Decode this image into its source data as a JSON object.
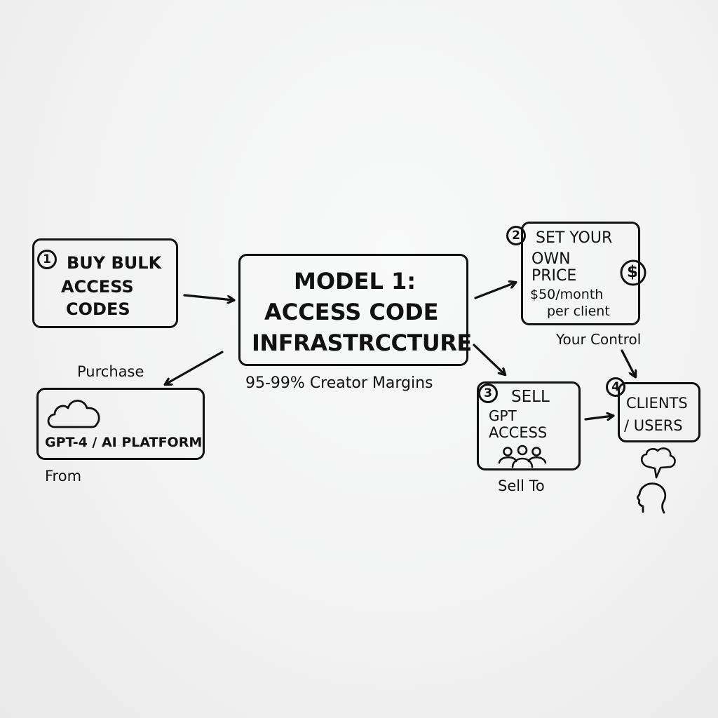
{
  "diagram": {
    "center": {
      "title_line1": "MODEL 1:",
      "title_line2": "ACCESS CODE",
      "title_line3": "INFRASTRCCTURE",
      "subtitle": "95-99% Creator Margins"
    },
    "step1": {
      "number": "1",
      "line1": "BUY BULK",
      "line2": "ACCESS",
      "line3": "CODES"
    },
    "platform": {
      "label": "GPT-4 / AI PLATFORM",
      "top_label": "Purchase",
      "bottom_label": "From",
      "icon": "cloud-icon"
    },
    "step2": {
      "number": "2",
      "line1": "SET YOUR",
      "line2": "OWN",
      "line3": "PRICE",
      "price": "$50/month",
      "price_unit": "per client",
      "icon": "dollar-icon",
      "icon_glyph": "$",
      "below_label": "Your Control"
    },
    "step3": {
      "number": "3",
      "line1": "SELL",
      "line2": "GPT",
      "line3": "ACCESS",
      "icon": "people-group-icon",
      "below_label": "Sell To"
    },
    "step4": {
      "number": "4",
      "line1": "CLIENTS",
      "line2": "/ USERS",
      "icons": [
        "speech-bubble-icon",
        "person-head-icon"
      ]
    }
  },
  "colors": {
    "ink": "#111111",
    "background": "#f3f3f3"
  }
}
